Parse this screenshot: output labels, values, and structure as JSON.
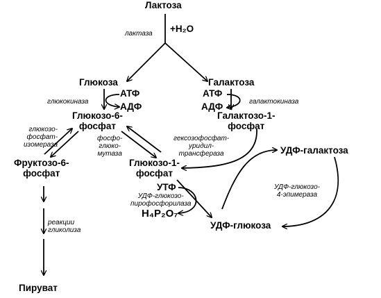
{
  "diagram": {
    "compounds": {
      "lactose": "Лактоза",
      "water": "+H₂O",
      "glucose": "Глюкоза",
      "galactose": "Галактоза",
      "atp_left": "АТФ",
      "adp_left": "АДФ",
      "atp_right": "АТФ",
      "adp_right": "АДФ",
      "glucose_6_phosphate": "Глюкозо-6-\nфосфат",
      "galactose_1_phosphate": "Галактозо-1-\nфосфат",
      "fructose_6_phosphate": "Фруктозо-6-\nфосфат",
      "glucose_1_phosphate": "Глюкозо-1-\nфосфат",
      "udp_galactose": "УДФ-галактоза",
      "utp": "УТФ",
      "pyrophosphate": "H₄P₂O₇",
      "udp_glucose": "УДФ-глюкоза",
      "pyruvate": "Пируват"
    },
    "enzymes": {
      "lactase": "лактаза",
      "glucokinase": "глюкокиназа",
      "galactokinase": "галактокиназа",
      "glucose_phosphate_isomerase": "глюкозо-\nфосфат-\nизомераза",
      "phosphoglucomutase": "фосфо-\nглюко-\nмутаза",
      "hexose_phosphate_uridyltransferase": "гексозофосфат-\nуридил-\nтрансфераза",
      "udp_glucose_epimerase": "УДФ-глюкозо-\n4-эпимераза",
      "udp_glucose_pyrophosphorylase": "УДФ-глюкозо-\nпирофосфорилаза",
      "glycolysis": "реакции\nгликолиза"
    }
  }
}
